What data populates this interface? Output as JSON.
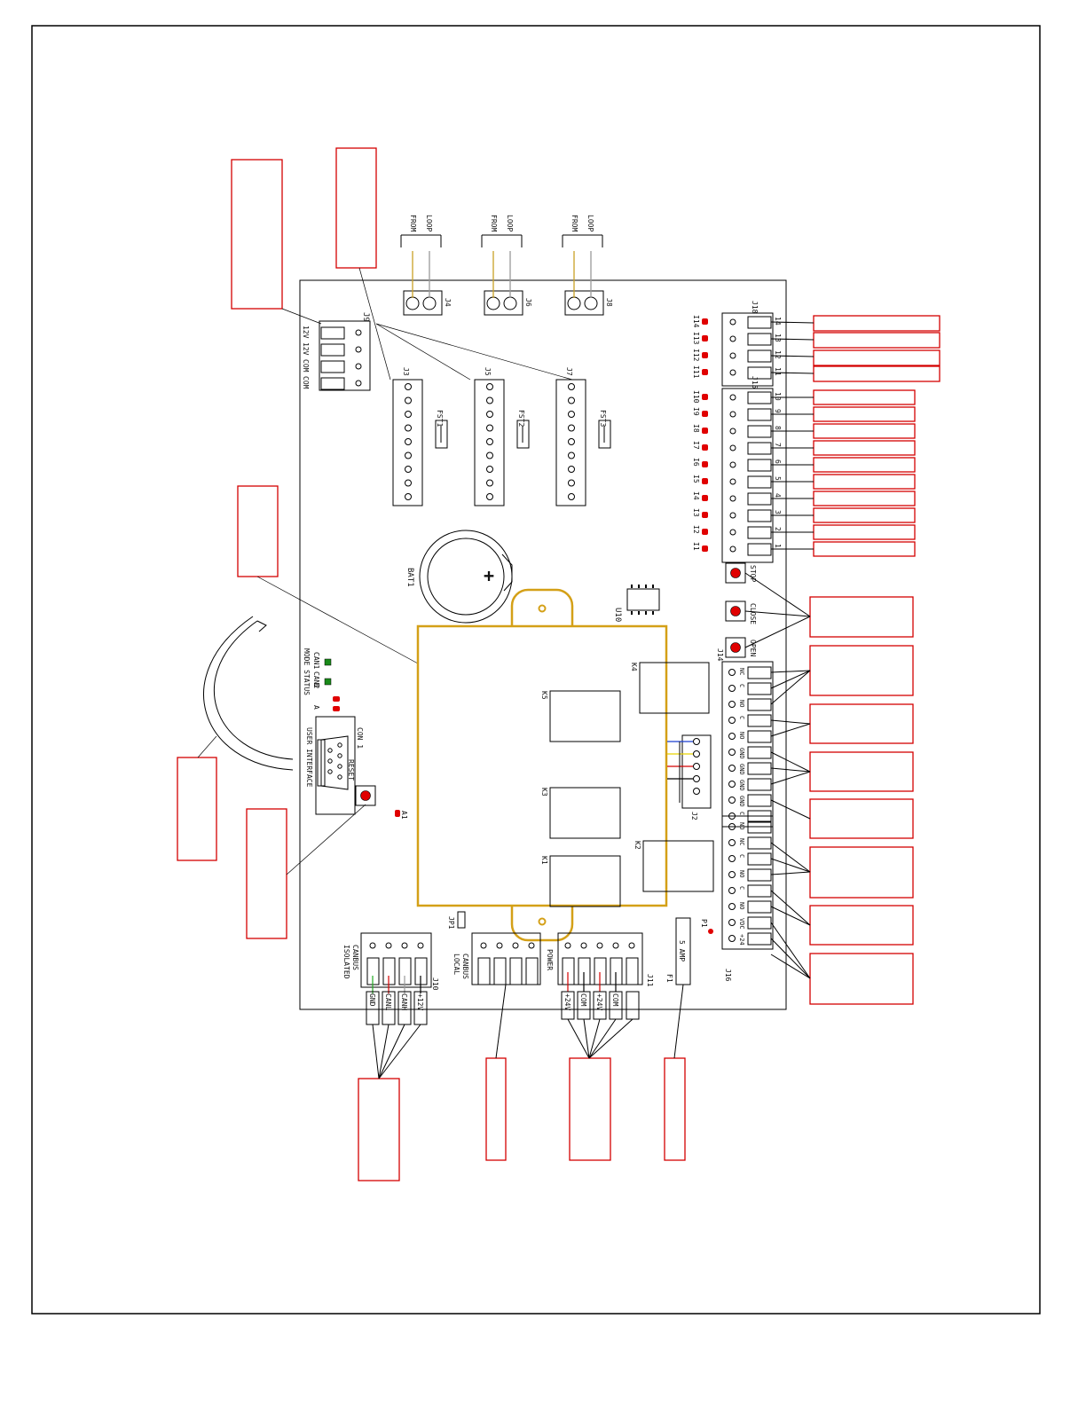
{
  "colors": {
    "callout": "#d40000",
    "module": "#d4a017",
    "led_red": "#e00000",
    "led_green": "#1a8a1a",
    "wire_blue": "#1b3fd0",
    "wire_yellow": "#e8d200",
    "wire_red": "#d40000",
    "wire_tan": "#c9a227",
    "wire_gray": "#999999",
    "wire_green": "#22aa22"
  },
  "connectors": {
    "j4": "J4",
    "j6": "J6",
    "j8": "J8",
    "j9": "J9",
    "j3": "J3",
    "j5": "J5",
    "j7": "J7",
    "j18": "J18",
    "j15": "J15",
    "j14": "J14",
    "j16": "J16",
    "j2": "J2",
    "j10": "J10",
    "j11": "J11",
    "jp1": "JP1",
    "con1": "CON 1",
    "bat1": "BAT1",
    "u10": "U10"
  },
  "loops": [
    {
      "from": "FROM",
      "loop": "LOOP"
    },
    {
      "from": "FROM",
      "loop": "LOOP"
    },
    {
      "from": "FROM",
      "loop": "LOOP"
    }
  ],
  "fuses": [
    "FST1",
    "FST2",
    "FST3"
  ],
  "j9_pins": [
    "12V",
    "12V",
    "COM",
    "COM"
  ],
  "inputs_upper": [
    "I14",
    "I13",
    "I12",
    "I11"
  ],
  "inputs_upper_pins": [
    "14",
    "13",
    "12",
    "11"
  ],
  "inputs_lower": [
    "I10",
    "I9",
    "I8",
    "I7",
    "I6",
    "I5",
    "I4",
    "I3",
    "I2",
    "I1"
  ],
  "inputs_lower_pins": [
    "10",
    "9",
    "8",
    "7",
    "6",
    "5",
    "4",
    "3",
    "2",
    "1"
  ],
  "buttons": [
    "STOP",
    "CLOSE",
    "OPEN"
  ],
  "j14_pins": [
    "NC",
    "C",
    "NO",
    "C",
    "NO",
    "GND",
    "GND",
    "GND",
    "GND",
    "C"
  ],
  "j16_pins": [
    "NO",
    "NC",
    "C",
    "NO",
    "C",
    "NO",
    "VDC",
    "+24"
  ],
  "relays": [
    "K5",
    "K4",
    "K3",
    "K2",
    "K1"
  ],
  "status": {
    "title": "MODE STATUS",
    "a": "A",
    "b": "B",
    "can1": "CAN1",
    "can2": "CAN2"
  },
  "user_interface": "USER INTERFACE",
  "reset": "RESET",
  "a1": "A1",
  "isolated_canbus": {
    "line1": "ISOLATED",
    "line2": "CANBUS",
    "pins": [
      "GND",
      "CANL",
      "CANH",
      "+12V"
    ]
  },
  "local_canbus": {
    "line1": "LOCAL",
    "line2": "CANBUS"
  },
  "power": {
    "label": "POWER",
    "pins": [
      "+24V",
      "COM",
      "+24V",
      "COM"
    ]
  },
  "fuse_f1": {
    "label": "F1",
    "rating": "5 AMP"
  },
  "p1": "P1"
}
